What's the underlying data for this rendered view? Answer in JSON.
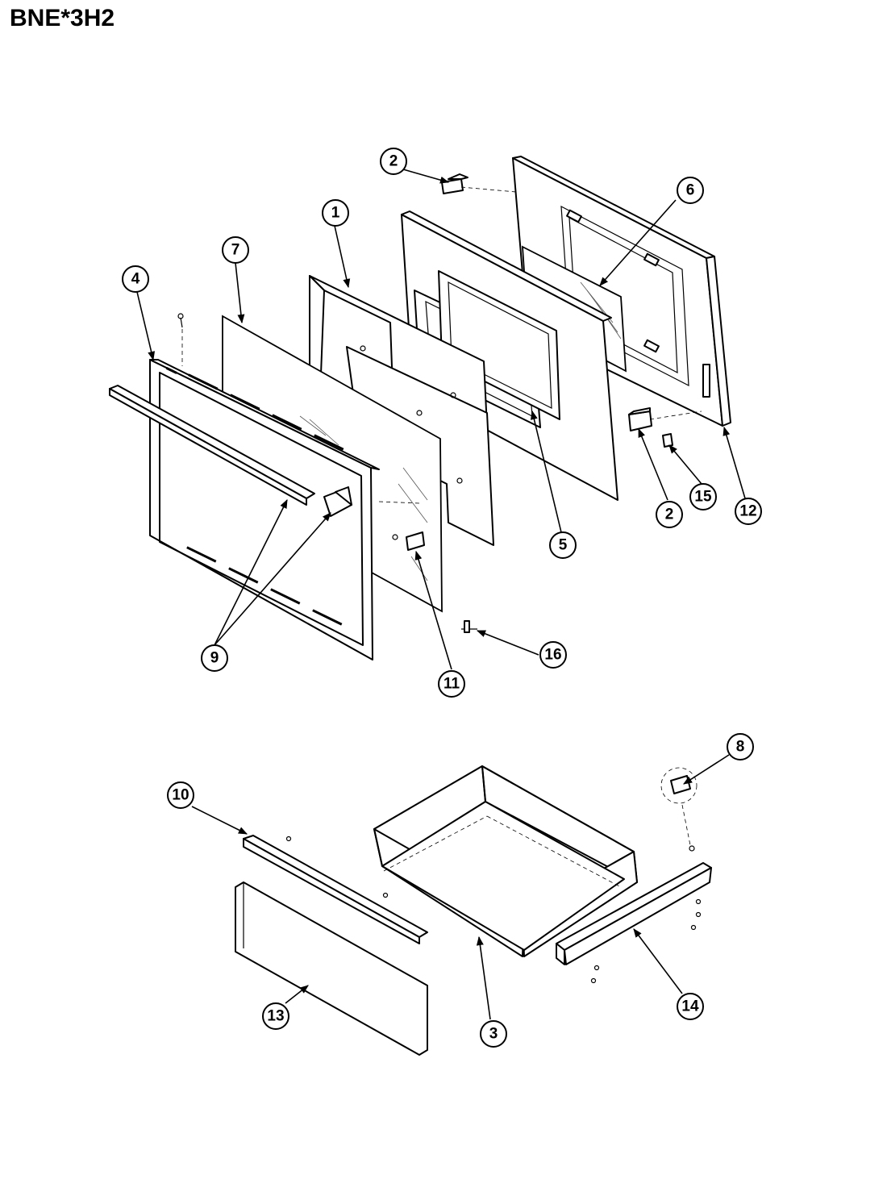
{
  "title": "BNE*3H2",
  "callouts": {
    "c1": "1",
    "c2a": "2",
    "c2b": "2",
    "c3": "3",
    "c4": "4",
    "c5": "5",
    "c6": "6",
    "c7": "7",
    "c8": "8",
    "c9": "9",
    "c10": "10",
    "c11": "11",
    "c12": "12",
    "c13": "13",
    "c14": "14",
    "c15": "15",
    "c16": "16"
  }
}
